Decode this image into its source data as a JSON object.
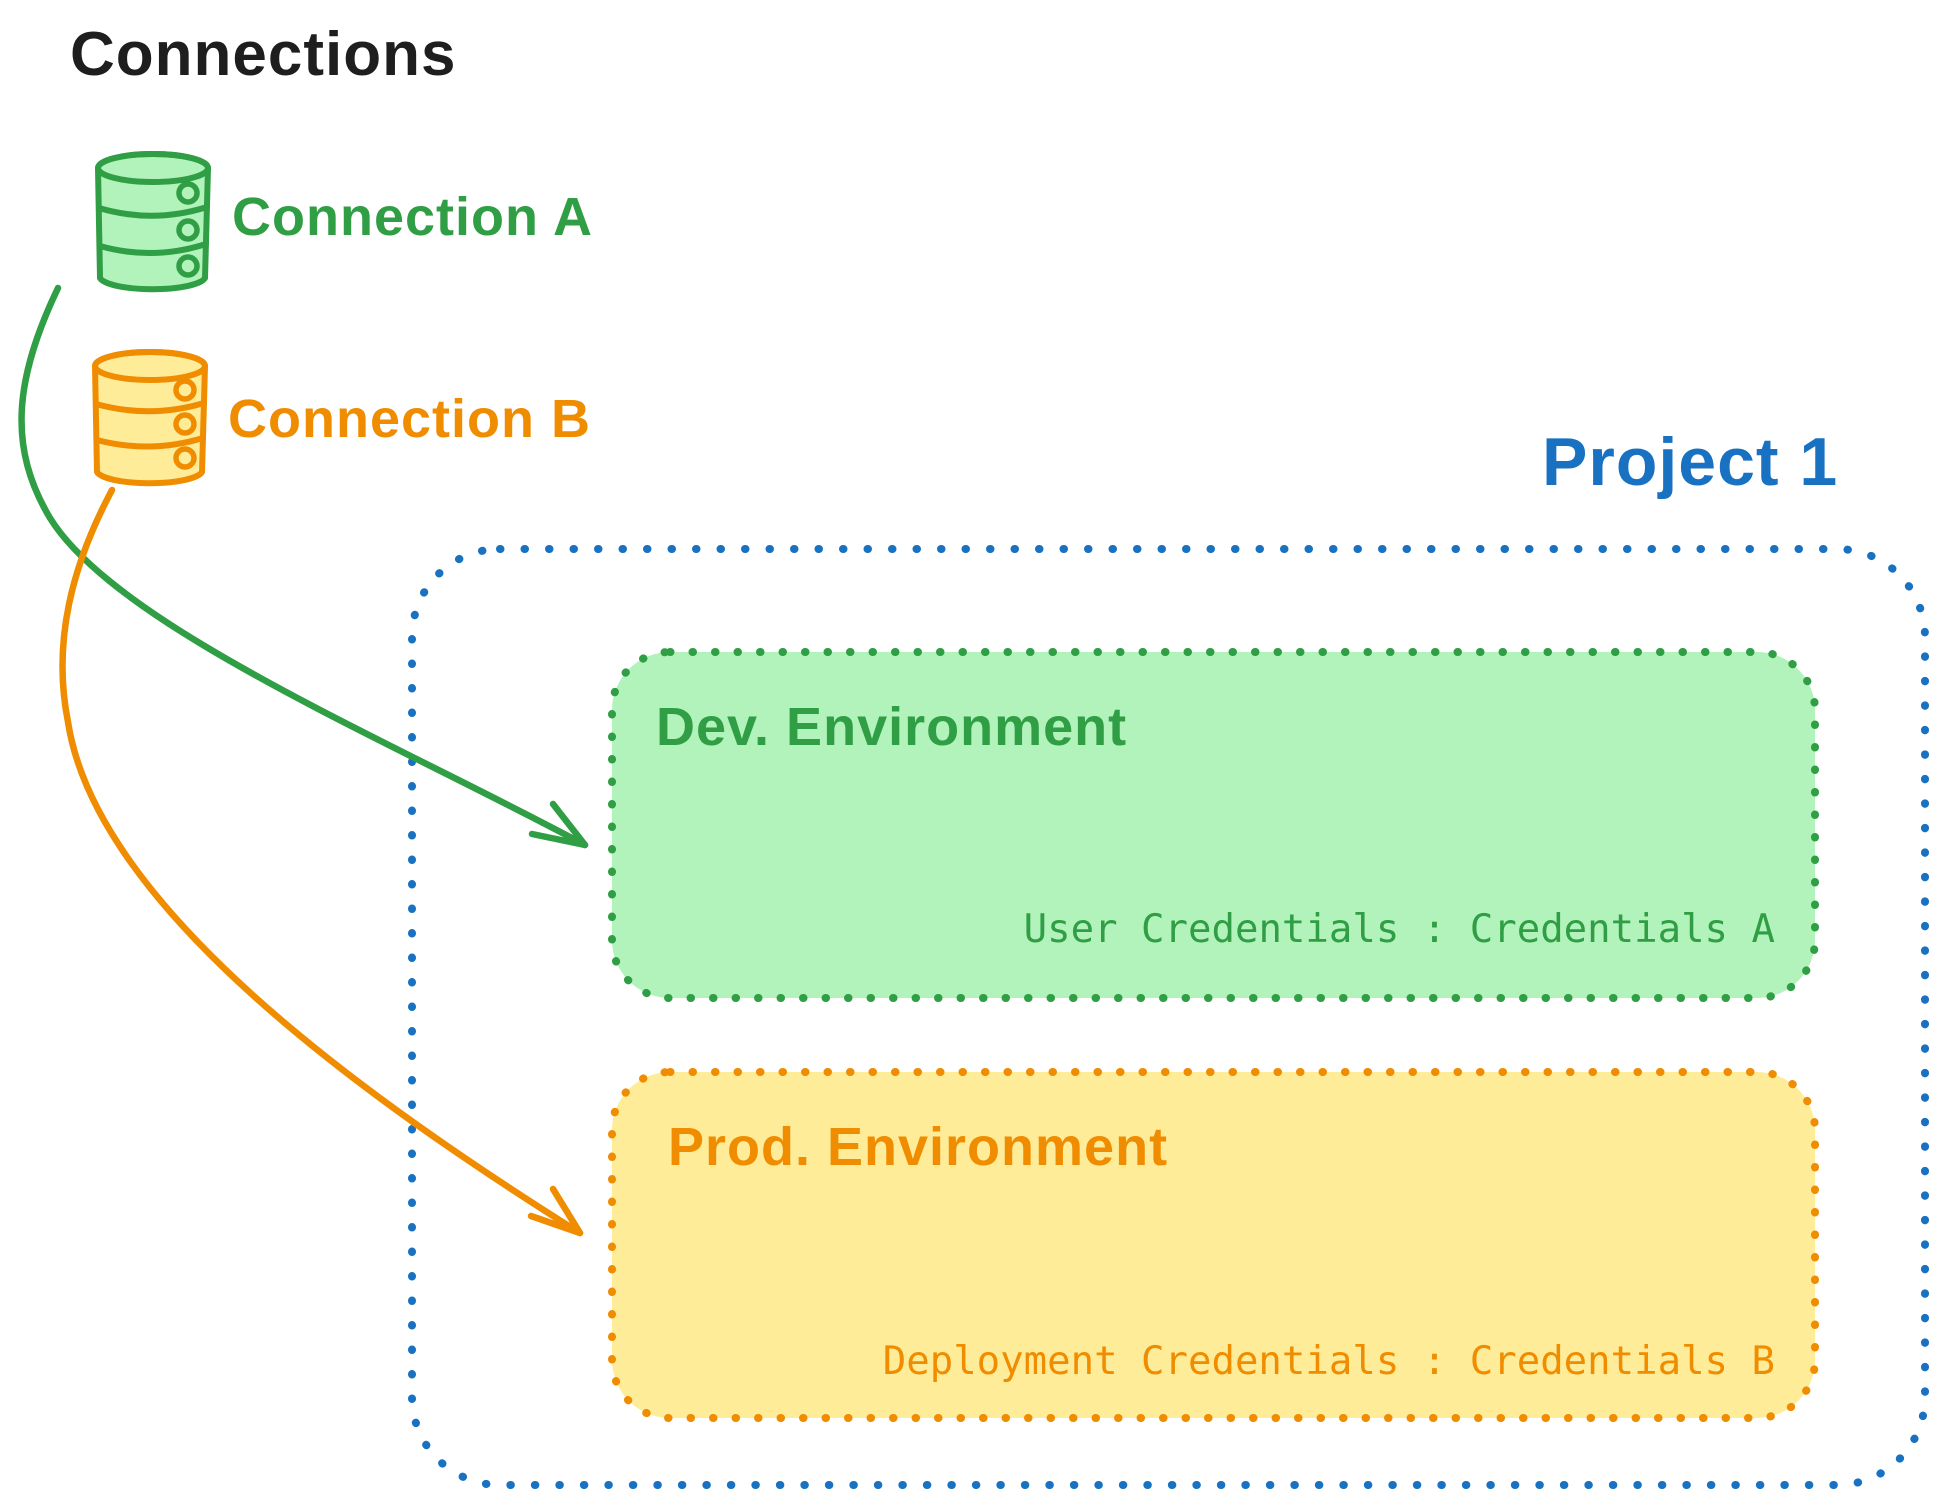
{
  "canvas": {
    "background": "#ffffff"
  },
  "palette": {
    "black": "#1e1e1e",
    "green_stroke": "#2f9e44",
    "green_fill": "#b2f2bb",
    "orange_stroke": "#f08c00",
    "orange_fill": "#ffec99",
    "blue_stroke": "#1971c2"
  },
  "connections_panel": {
    "title": "Connections",
    "title_color": "#1e1e1e",
    "items": [
      {
        "label": "Connection A",
        "icon": "database-icon",
        "stroke_color": "#2f9e44",
        "fill_color": "#b2f2bb"
      },
      {
        "label": "Connection B",
        "icon": "database-icon",
        "stroke_color": "#f08c00",
        "fill_color": "#ffec99"
      }
    ]
  },
  "project": {
    "title": "Project 1",
    "title_color": "#1971c2",
    "border_style": "dotted",
    "border_color": "#1971c2",
    "environments": [
      {
        "name": "Dev. Environment",
        "credentials": "User Credentials : Credentials A",
        "stroke_color": "#2f9e44",
        "fill_color": "#b2f2bb",
        "border_style": "dotted"
      },
      {
        "name": "Prod. Environment",
        "credentials": "Deployment Credentials : Credentials B",
        "stroke_color": "#f08c00",
        "fill_color": "#ffec99",
        "border_style": "dotted"
      }
    ]
  },
  "arrows": [
    {
      "from": "Connection A",
      "to": "Dev. Environment",
      "color": "#2f9e44"
    },
    {
      "from": "Connection B",
      "to": "Prod. Environment",
      "color": "#f08c00"
    }
  ]
}
